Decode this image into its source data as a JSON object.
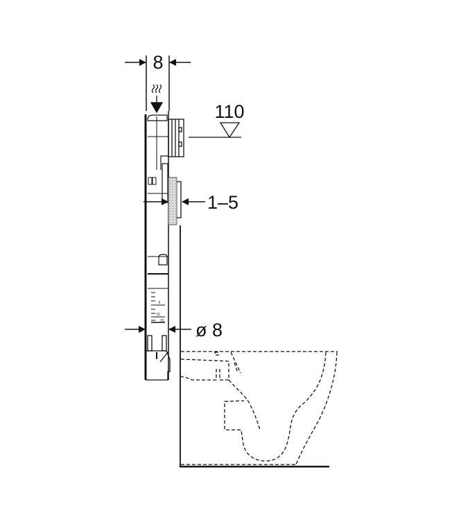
{
  "dimensions": {
    "frame_depth": "8",
    "cistern_height": "110",
    "wall_offset": "1–5",
    "pipe_diameter": "ø 8"
  },
  "ruler_marks": [
    "5",
    "10",
    "15"
  ],
  "colors": {
    "line": "#111111",
    "plate": "#cfcfcf"
  }
}
